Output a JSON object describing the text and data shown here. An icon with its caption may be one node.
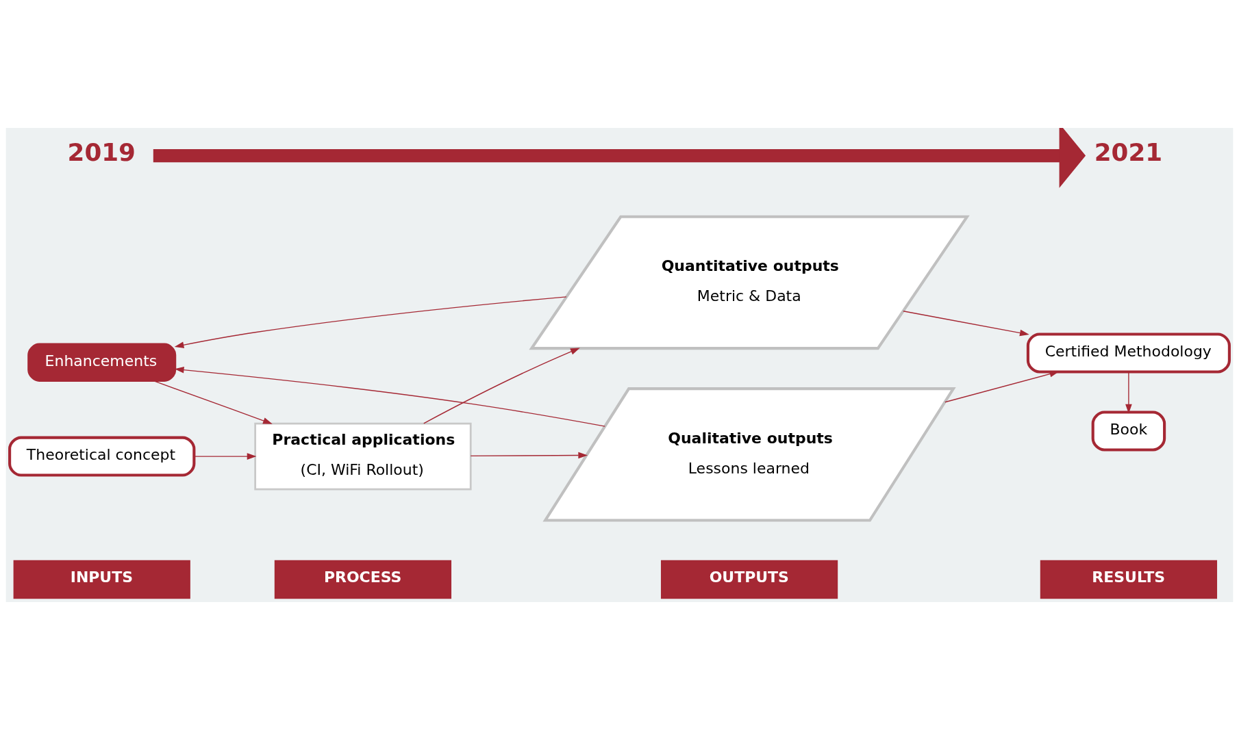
{
  "diagram": {
    "nodes": [
      {
        "text": [
          "INPUTS"
        ]
      },
      {
        "text": [
          "PROCESS"
        ]
      },
      {
        "text": [
          "OUTPUTS"
        ]
      },
      {
        "text": [
          "RESULTS"
        ]
      },
      {
        "text": [
          "Theoretical concept"
        ]
      },
      {
        "text": [
          "Practical applications",
          "(CI, WiFi Rollout)"
        ]
      },
      {
        "text": [
          "Qualitative outputs",
          "Lessons learned"
        ]
      },
      {
        "text": [
          "Quantitative outputs",
          "Metric & Data"
        ]
      },
      {
        "text": [
          "Certified Methodology"
        ]
      },
      {
        "text": [
          "Book"
        ]
      },
      {
        "text": [
          "Enhancements"
        ]
      },
      {
        "text": [
          "2019"
        ]
      },
      {
        "text": [
          "2021"
        ]
      }
    ],
    "edges": [
      {
        "from": 4,
        "to": 5,
        "arrow": "to"
      },
      {
        "from": 5,
        "to": 6,
        "arrow": "to"
      },
      {
        "from": 5,
        "to": 7,
        "arrow": "to"
      },
      {
        "from": 6,
        "to": 8,
        "arrow": "to"
      },
      {
        "from": 7,
        "to": 8,
        "arrow": "to"
      },
      {
        "from": 8,
        "to": 9,
        "arrow": "to"
      },
      {
        "from": 10,
        "to": 5,
        "arrow": "to"
      },
      {
        "from": 7,
        "to": 10,
        "arrow": "to"
      },
      {
        "from": 6,
        "to": 10,
        "arrow": "to"
      },
      {
        "from": 11,
        "to": 12,
        "arrow": "to",
        "style": "thick"
      }
    ]
  }
}
